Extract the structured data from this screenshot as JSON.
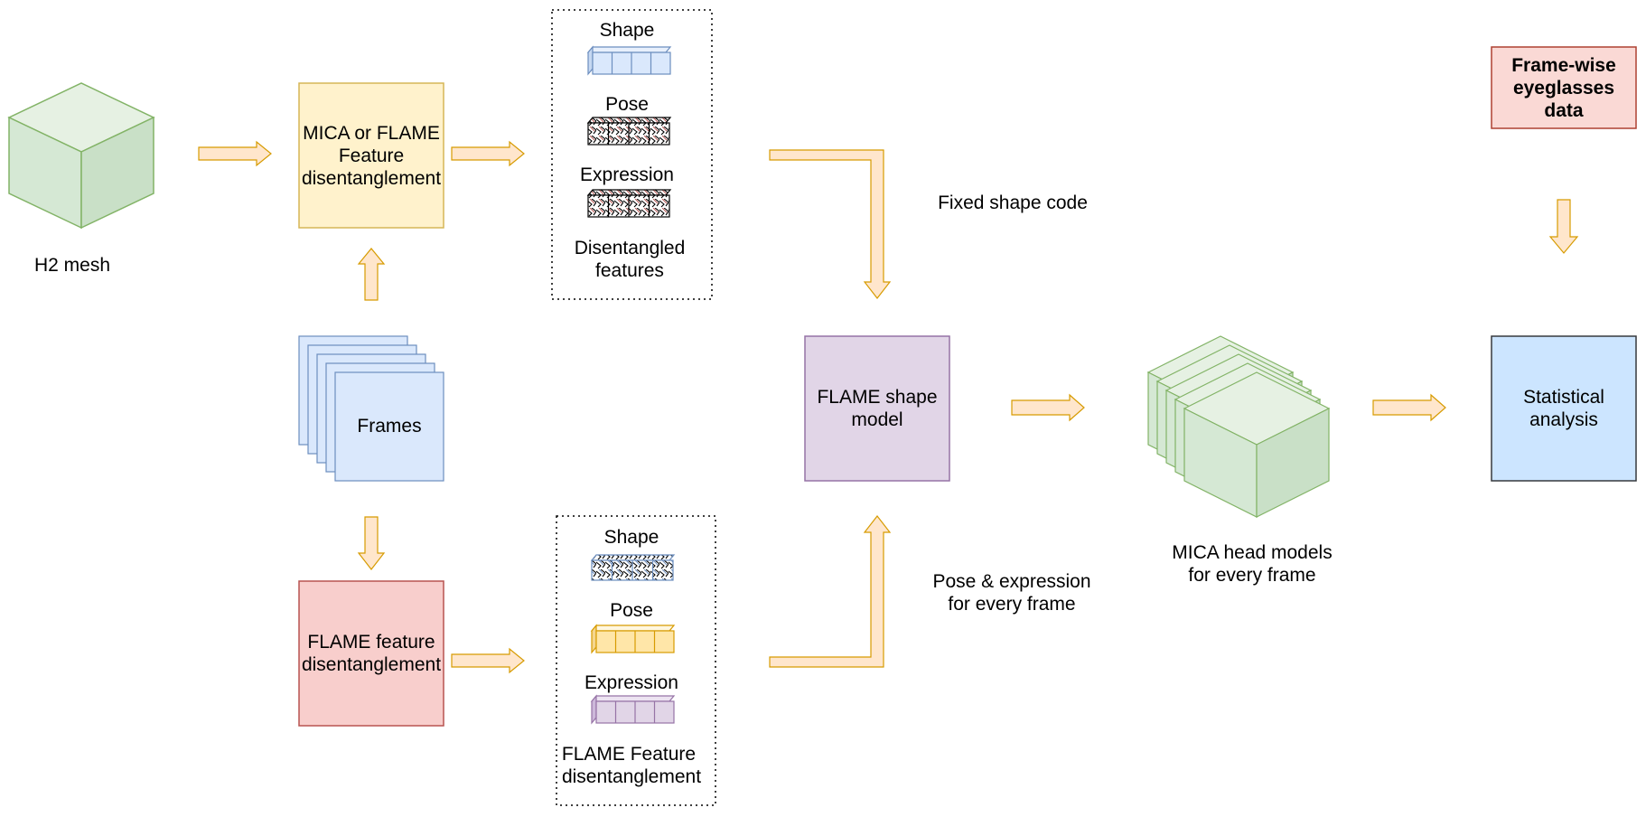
{
  "colors": {
    "green_fill": "#d5e8d4",
    "green_stroke": "#82b366",
    "blue_fill": "#dae8fc",
    "blue_stroke": "#6c8ebf",
    "yellow_fill": "#fff2cc",
    "yellow_stroke": "#d6b656",
    "red_fill": "#f8cecc",
    "red_stroke": "#b85450",
    "purple_fill": "#e1d5e7",
    "purple_stroke": "#9673a6",
    "arrow_fill": "#ffe6cc",
    "arrow_stroke": "#d79b00"
  },
  "labels": {
    "h2_mesh": "H2 mesh",
    "mica_flame_line1": "MICA or FLAME",
    "mica_flame_line2": "Feature",
    "mica_flame_line3": "disentanglement",
    "frames": "Frames",
    "flame_feature_line1": "FLAME feature",
    "flame_feature_line2": "disentanglement",
    "top_group": {
      "shape": "Shape",
      "pose": "Pose",
      "expression": "Expression",
      "caption_line1": "Disentangled",
      "caption_line2": "features"
    },
    "bottom_group": {
      "shape": "Shape",
      "pose": "Pose",
      "expression": "Expression",
      "caption_line1": "FLAME Feature",
      "caption_line2": "disentanglement"
    },
    "fixed_shape_code": "Fixed shape code",
    "pose_expr_line1": "Pose & expression",
    "pose_expr_line2": "for every frame",
    "flame_shape_model_line1": "FLAME shape",
    "flame_shape_model_line2": "model",
    "mica_heads_line1": "MICA head models",
    "mica_heads_line2": "for every frame",
    "eyeglasses_line1": "Frame-wise",
    "eyeglasses_line2": "eyeglasses",
    "eyeglasses_line3": "data",
    "statistical_line1": "Statistical",
    "statistical_line2": "analysis"
  }
}
